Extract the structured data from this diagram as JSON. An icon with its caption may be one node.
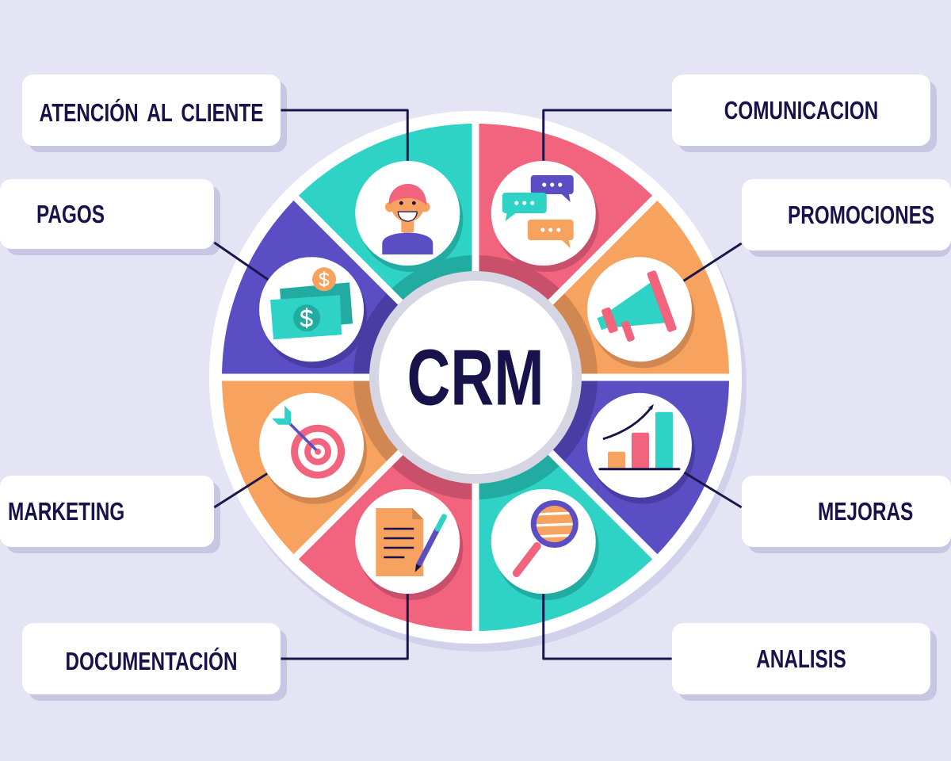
{
  "diagram": {
    "nodes": [
      {
        "text": [
          "ATENCIÓN AL CLIENTE"
        ]
      },
      {
        "text": [
          "COMUNICACION"
        ]
      },
      {
        "text": [
          "PAGOS"
        ]
      },
      {
        "text": [
          "PROMOCIONES"
        ]
      },
      {
        "text": [
          "CRM"
        ]
      },
      {
        "text": [
          "MARKETING"
        ]
      },
      {
        "text": [
          "MEJORAS"
        ]
      },
      {
        "text": [
          "DOCUMENTACIÓN"
        ]
      },
      {
        "text": [
          "ANALISIS"
        ]
      },
      {
        "text": [],
        "shape": "picture"
      },
      {
        "text": [],
        "shape": "picture"
      },
      {
        "text": [],
        "shape": "picture"
      },
      {
        "text": [],
        "shape": "picture"
      },
      {
        "text": [],
        "shape": "picture"
      },
      {
        "text": [],
        "shape": "picture"
      },
      {
        "text": [],
        "shape": "picture"
      },
      {
        "text": [],
        "shape": "picture"
      }
    ],
    "edges": [
      {
        "from": 0,
        "to": 9,
        "arrow": "none"
      },
      {
        "from": 1,
        "to": 10,
        "arrow": "none"
      },
      {
        "from": 2,
        "to": 11,
        "arrow": "none"
      },
      {
        "from": 3,
        "to": 12,
        "arrow": "none"
      },
      {
        "from": 5,
        "to": 13,
        "arrow": "none"
      },
      {
        "from": 6,
        "to": 14,
        "arrow": "none"
      },
      {
        "from": 7,
        "to": 15,
        "arrow": "none"
      },
      {
        "from": 8,
        "to": 16,
        "arrow": "none"
      }
    ]
  }
}
